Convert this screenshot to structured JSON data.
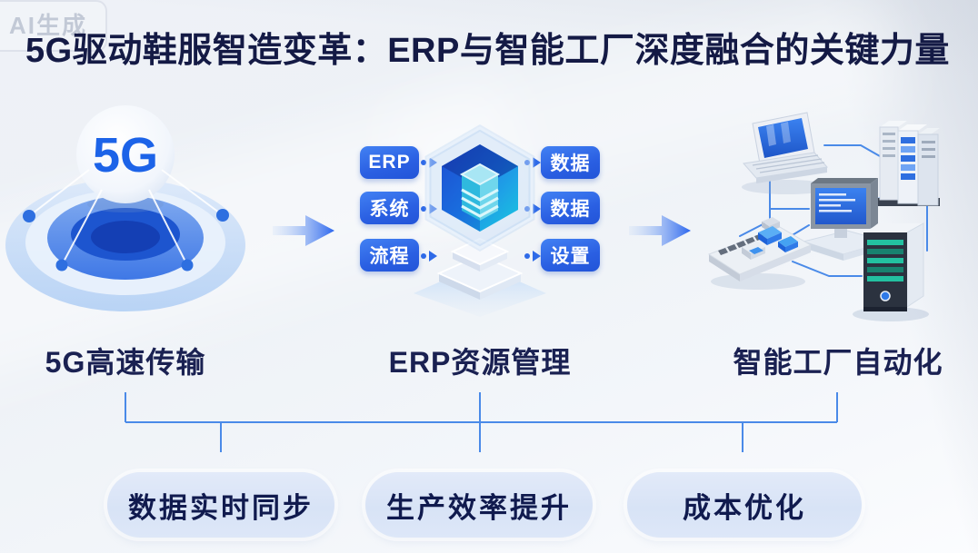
{
  "watermark": {
    "label": "AI生成"
  },
  "title": "5G驱动鞋服智造变革：ERP与智能工厂深度融合的关键力量",
  "flow": {
    "stage1": {
      "label": "5G高速传输",
      "badge": "5G",
      "icon": "5g-radar-icon"
    },
    "stage2": {
      "label": "ERP资源管理",
      "icon": "erp-cube-icon",
      "left_tags": [
        "ERP",
        "系统",
        "流程"
      ],
      "right_tags": [
        "数据",
        "数据",
        "设置"
      ],
      "tag_connector_icon": "dot-arrow-icon"
    },
    "stage3": {
      "label": "智能工厂自动化",
      "icon": "factory-network-icon"
    },
    "flow_arrow_icon": "arrow-right-icon"
  },
  "benefits": [
    "数据实时同步",
    "生产效率提升",
    "成本优化"
  ],
  "colors": {
    "accent_blue": "#2e6ae8",
    "tag_gradient_start": "#4281f3",
    "tag_gradient_end": "#2254d8",
    "connector_line": "#4a8ae8",
    "title_text": "#141a45",
    "stage_label_text": "#1a2152",
    "pill_background": "#dce6f7",
    "pill_text": "#101a4e",
    "badge_text": "#1c63e8",
    "cube_cyan": "#10c2dc",
    "background": "#eff3f8"
  }
}
